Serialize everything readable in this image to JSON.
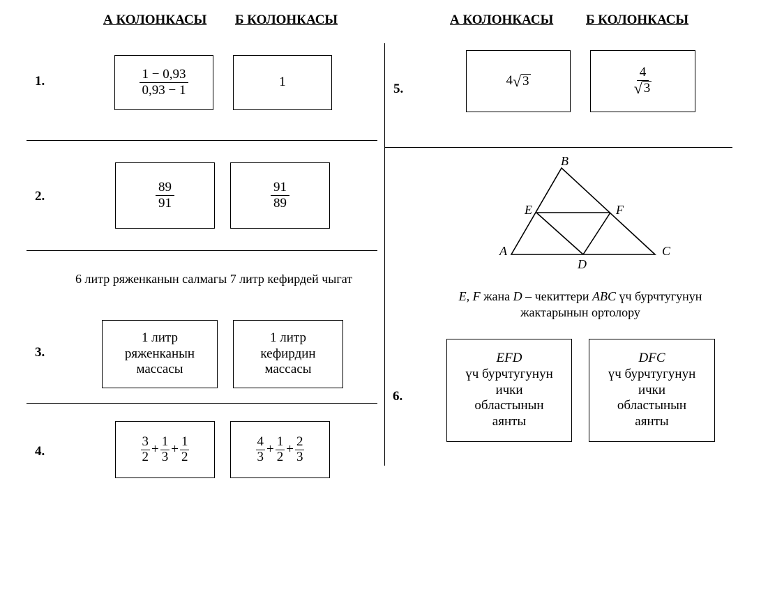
{
  "headers": {
    "left_a": "А КОЛОНКАСЫ",
    "left_b": "Б КОЛОНКАСЫ",
    "right_a": "А КОЛОНКАСЫ",
    "right_b": "Б КОЛОНКАСЫ"
  },
  "q1": {
    "num": "1.",
    "a_num": "1 − 0,93",
    "a_den": "0,93 − 1",
    "b": "1"
  },
  "q2": {
    "num": "2.",
    "a_num": "89",
    "a_den": "91",
    "b_num": "91",
    "b_den": "89"
  },
  "q3": {
    "num": "3.",
    "statement": "6 литр ряженканын салмагы 7 литр кефирдей чыгат",
    "a_line1": "1 литр",
    "a_line2": "ряженканын",
    "a_line3": "массасы",
    "b_line1": "1 литр",
    "b_line2": "кефирдин",
    "b_line3": "массасы"
  },
  "q4": {
    "num": "4.",
    "a": {
      "f1n": "3",
      "f1d": "2",
      "f2n": "1",
      "f2d": "3",
      "f3n": "1",
      "f3d": "2"
    },
    "b": {
      "f1n": "4",
      "f1d": "3",
      "f2n": "1",
      "f2d": "2",
      "f3n": "2",
      "f3d": "3"
    },
    "plus": "+"
  },
  "q5": {
    "num": "5.",
    "a_coef": "4",
    "a_rad": "3",
    "b_num": "4",
    "b_rad": "3",
    "radical": "√"
  },
  "q6": {
    "num": "6.",
    "points": {
      "A": "A",
      "B": "B",
      "C": "C",
      "D": "D",
      "E": "E",
      "F": "F"
    },
    "caption_italic1": "E, F",
    "caption_plain1": " жана ",
    "caption_italic2": "D",
    "caption_plain2": " – чекиттери ",
    "caption_italic3": "ABC",
    "caption_plain3": " үч бурчтугунун",
    "caption_line2": "жактарынын ортолору",
    "a_title": "EFD",
    "a_line1": "үч бурчтугунун",
    "a_line2": "ички",
    "a_line3": "областынын",
    "a_line4": "аянты",
    "b_title": "DFC",
    "b_line1": "үч бурчтугунун",
    "b_line2": "ички",
    "b_line3": "областынын",
    "b_line4": "аянты"
  }
}
